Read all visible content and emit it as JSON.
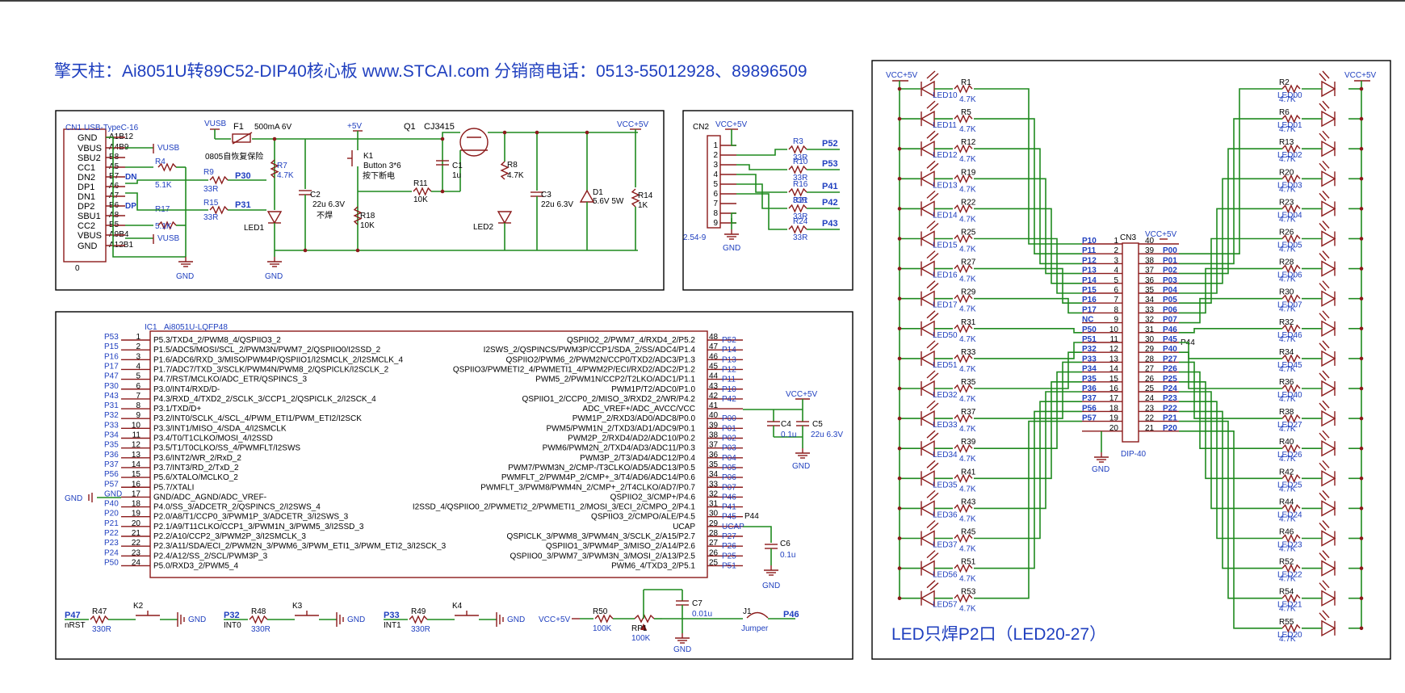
{
  "title": "擎天柱：Ai8051U转89C52-DIP40核心板 www.STCAI.com 分销商电话：0513-55012928、89896509",
  "usb": {
    "ref": "CN1",
    "part": "USB-TypeC-16",
    "pins_left": [
      "GND",
      "VBUS",
      "SBU2",
      "CC1",
      "DN2",
      "DP1",
      "DN1",
      "DP2",
      "SBU1",
      "CC2",
      "VBUS",
      "GND"
    ],
    "pins_right": [
      "A1B12",
      "A4B9",
      "B8",
      "A5",
      "B7",
      "A6",
      "A7",
      "B6",
      "A8",
      "B5",
      "A9B4",
      "A12B1"
    ],
    "bottom_mark": "0"
  },
  "power": {
    "vusb": "VUSB",
    "f1": "F1",
    "f1_val": "500mA 6V",
    "f1_note": "0805自恢复保险",
    "r4": "R4",
    "r4_val": "5.1K",
    "r17": "R17",
    "r17_val": "5.1K",
    "r9": "R9",
    "r9_val": "33R",
    "net_p30": "P30",
    "r15": "R15",
    "r15_val": "33R",
    "net_p31": "P31",
    "dn": "DN",
    "dp": "DP",
    "r7": "R7",
    "r7_val": "4.7K",
    "led1": "LED1",
    "gnd": "GND",
    "plus5": "+5V",
    "k1": "K1",
    "k1_val": "Button 3*6",
    "k1_note": "按下断电",
    "c2": "C2",
    "c2_val": "22u 6.3V",
    "c2_note": "不焊",
    "r18": "R18",
    "r18_val": "10K",
    "q1": "Q1",
    "q1_val": "CJ3415",
    "c1": "C1",
    "c1_val": "1u",
    "r11": "R11",
    "r11_val": "10K",
    "r8": "R8",
    "r8_val": "4.7K",
    "led2": "LED2",
    "c3": "C3",
    "c3_val": "22u 6.3V",
    "d1": "D1",
    "d1_val": "5.6V 5W",
    "r14": "R14",
    "r14_val": "1K",
    "vcc": "VCC+5V"
  },
  "cn2": {
    "ref": "CN2",
    "vcc": "VCC+5V",
    "part": "2.54-9",
    "gnd": "GND",
    "pins": [
      "1",
      "2",
      "3",
      "4",
      "5",
      "6",
      "7",
      "8",
      "9"
    ],
    "res": [
      {
        "ref": "R3",
        "val": "33R",
        "net": "P52"
      },
      {
        "ref": "R10",
        "val": "33R",
        "net": "P53"
      },
      {
        "ref": "R16",
        "val": "33R",
        "net": "P41"
      },
      {
        "ref": "R21",
        "val": "33R",
        "net": "P42"
      },
      {
        "ref": "R24",
        "val": "33R",
        "net": "P43"
      }
    ]
  },
  "ic": {
    "ref": "IC1",
    "part": "Ai8051U-LQFP48",
    "left": [
      {
        "net": "P53",
        "num": "1",
        "fn": "P5.3/TXD4_2/PWM8_4/QSPIIO3_2"
      },
      {
        "net": "P15",
        "num": "2",
        "fn": "P1.5/ADC5/MOSI/SCL_2/PWM3N/PWM7_2/QSPIIO0/I2SSD_2"
      },
      {
        "net": "P16",
        "num": "3",
        "fn": "P1.6/ADC6/RXD_3/MISO/PWM4P/QSPIIO1/I2SMCLK_2/I2SMCLK_4"
      },
      {
        "net": "P17",
        "num": "4",
        "fn": "P1.7/ADC7/TXD_3/SCLK/PWM4N/PWM8_2/QSPICLK/I2SCLK_2"
      },
      {
        "net": "P47",
        "num": "5",
        "fn": "P4.7/RST/MCLKO/ADC_ETR/QSPINCS_3"
      },
      {
        "net": "P30",
        "num": "6",
        "fn": "P3.0/INT4/RXD/D-"
      },
      {
        "net": "P43",
        "num": "7",
        "fn": "P4.3/RXD_4/TXD2_2/SCLK_3/CCP1_2/QSPICLK_2/I2SCK_4"
      },
      {
        "net": "P31",
        "num": "8",
        "fn": "P3.1/TXD/D+"
      },
      {
        "net": "P32",
        "num": "9",
        "fn": "P3.2/INT0/SCLK_4/SCL_4/PWM_ETI1/PWM_ETI2/I2SCK"
      },
      {
        "net": "P33",
        "num": "10",
        "fn": "P3.3/INT1/MISO_4/SDA_4/I2SMCLK"
      },
      {
        "net": "P34",
        "num": "11",
        "fn": "P3.4/T0/T1CLKO/MOSI_4/I2SSD"
      },
      {
        "net": "P35",
        "num": "12",
        "fn": "P3.5/T1/T0CLKO/SS_4/PWMFLT/I2SWS"
      },
      {
        "net": "P36",
        "num": "13",
        "fn": "P3.6/INT2/WR_2/RxD_2"
      },
      {
        "net": "P37",
        "num": "14",
        "fn": "P3.7/INT3/RD_2/TxD_2"
      },
      {
        "net": "P56",
        "num": "15",
        "fn": "P5.6/XTALO/MCLKO_2"
      },
      {
        "net": "P57",
        "num": "16",
        "fn": "P5.7/XTALI"
      },
      {
        "net": "GND",
        "num": "17",
        "fn": "GND/ADC_AGND/ADC_VREF-"
      },
      {
        "net": "P40",
        "num": "18",
        "fn": "P4.0/SS_3/ADCETR_2/QSPINCS_2/I2SWS_4"
      },
      {
        "net": "P20",
        "num": "19",
        "fn": "P2.0/A8/T1/CCP0_3/PWM1P_3/ADCETR_3/I2SWS_3"
      },
      {
        "net": "P21",
        "num": "20",
        "fn": "P2.1/A9/T11CLKO/CCP1_3/PWM1N_3/PWM5_3/I2SSD_3"
      },
      {
        "net": "P22",
        "num": "21",
        "fn": "P2.2/A10/CCP2_3/PWM2P_3/I2SMCLK_3"
      },
      {
        "net": "P23",
        "num": "22",
        "fn": "P2.3/A11/SDA/ECI_2/PWM2N_3/PWM6_3/PWM_ETI1_3/PWM_ETI2_3/I2SCK_3"
      },
      {
        "net": "P24",
        "num": "23",
        "fn": "P2.4/A12/SS_2/SCL/PWM3P_3"
      },
      {
        "net": "P50",
        "num": "24",
        "fn": "P5.0/RXD3_2/PWM5_4"
      }
    ],
    "right": [
      {
        "net": "P52",
        "num": "48",
        "fn": "QSPIIO2_2/PWM7_4/RXD4_2/P5.2"
      },
      {
        "net": "P14",
        "num": "47",
        "fn": "I2SWS_2/QSPINCS/PWM3P/CCP1/SDA_2/SS/ADC4/P1.4"
      },
      {
        "net": "P13",
        "num": "46",
        "fn": "QSPIIO2/PWM6_2/PWM2N/CCP0/TXD2/ADC3/P1.3"
      },
      {
        "net": "P12",
        "num": "45",
        "fn": "QSPIIO3/PWMETI2_4/PWMETI1_4/PWM2P/ECI/RXD2/ADC2/P1.2"
      },
      {
        "net": "P11",
        "num": "44",
        "fn": "PWM5_2/PWM1N/CCP2/T2LKO/ADC1/P1.1"
      },
      {
        "net": "P10",
        "num": "43",
        "fn": "PWM1P/T2/ADC0/P1.0"
      },
      {
        "net": "P42",
        "num": "42",
        "fn": "QSPIIO1_2/CCP0_2/MISO_3/RXD2_2/WR/P4.2"
      },
      {
        "net": "",
        "num": "41",
        "fn": "ADC_VREF+/ADC_AVCC/VCC"
      },
      {
        "net": "P00",
        "num": "40",
        "fn": "PWM1P_2/RXD3/AD0/ADC8/P0.0"
      },
      {
        "net": "P01",
        "num": "39",
        "fn": "PWM5/PWM1N_2/TXD3/AD1/ADC9/P0.1"
      },
      {
        "net": "P02",
        "num": "38",
        "fn": "PWM2P_2/RXD4/AD2/ADC10/P0.2"
      },
      {
        "net": "P03",
        "num": "37",
        "fn": "PWM6/PWM2N_2/TXD4/AD3/ADC11/P0.3"
      },
      {
        "net": "P04",
        "num": "36",
        "fn": "PWM3P_2/T3/AD4/ADC12/P0.4"
      },
      {
        "net": "P05",
        "num": "35",
        "fn": "PWM7/PWM3N_2/CMP-/T3CLKO/AD5/ADC13/P0.5"
      },
      {
        "net": "P06",
        "num": "34",
        "fn": "PWMFLT_2/PWM4P_2/CMP+_3/T4/AD6/ADC14/P0.6"
      },
      {
        "net": "P07",
        "num": "33",
        "fn": "PWMFLT_3/PWM8/PWM4N_2/CMP+_2/T4CLKO/AD7/P0.7"
      },
      {
        "net": "P46",
        "num": "32",
        "fn": "QSPIIO2_3/CMP+/P4.6"
      },
      {
        "net": "P41",
        "num": "31",
        "fn": "I2SSD_4/QSPIIO0_2/PWMETI2_2/PWMETI1_2/MOSI_3/ECI_2/CMPO_2/P4.1"
      },
      {
        "net": "P45",
        "num": "30",
        "fn": "QSPIIO3_2/CMPO/ALE/P4.5"
      },
      {
        "net": "UCAP",
        "num": "29",
        "fn": "UCAP"
      },
      {
        "net": "P27",
        "num": "28",
        "fn": "QSPICLK_3/PWM8_3/PWM4N_3/SCLK_2/A15/P2.7"
      },
      {
        "net": "P26",
        "num": "27",
        "fn": "QSPIIO1_3/PWM4P_3/MISO_2/A14/P2.6"
      },
      {
        "net": "P25",
        "num": "26",
        "fn": "QSPIIO0_3/PWM7_3/PWM3N_3/MOSI_2/A13/P2.5"
      },
      {
        "net": "P51",
        "num": "25",
        "fn": "PWM6_4/TXD3_2/P5.1"
      }
    ],
    "p44": "P44",
    "vcc": "VCC+5V",
    "c4": "C4",
    "c4_val": "0.1u",
    "c5": "C5",
    "c5_val": "22u 6.3V",
    "c6": "C6",
    "c6_val": "0.1u",
    "gnd": "GND"
  },
  "keys": {
    "k2": {
      "net": "P47",
      "sub": "nRST",
      "r": "R47",
      "rv": "330R",
      "k": "K2",
      "gnd": "GND"
    },
    "k3": {
      "net": "P32",
      "sub": "INT0",
      "r": "R48",
      "rv": "330R",
      "k": "K3",
      "gnd": "GND"
    },
    "k4": {
      "net": "P33",
      "sub": "INT1",
      "r": "R49",
      "rv": "330R",
      "k": "K4",
      "gnd": "GND"
    },
    "vcc": "VCC+5V",
    "r50": "R50",
    "r50_val": "100K",
    "rp1": "RP1",
    "rp1_val": "100K",
    "c7": "C7",
    "c7_val": "0.01u",
    "j1": "J1",
    "j1_val": "Jumper",
    "net_p46": "P46",
    "gnd": "GND"
  },
  "led": {
    "vcc": "VCC+5V",
    "left": [
      {
        "led": "LED10",
        "r": "R1",
        "rv": "4.7K"
      },
      {
        "led": "LED11",
        "r": "R5",
        "rv": "4.7K"
      },
      {
        "led": "LED12",
        "r": "R12",
        "rv": "4.7K"
      },
      {
        "led": "LED13",
        "r": "R19",
        "rv": "4.7K"
      },
      {
        "led": "LED14",
        "r": "R22",
        "rv": "4.7K"
      },
      {
        "led": "LED15",
        "r": "R25",
        "rv": "4.7K"
      },
      {
        "led": "LED16",
        "r": "R27",
        "rv": "4.7K"
      },
      {
        "led": "LED17",
        "r": "R29",
        "rv": "4.7K"
      },
      {
        "led": "LED50",
        "r": "R31",
        "rv": "4.7K"
      },
      {
        "led": "LED51",
        "r": "R33",
        "rv": "4.7K"
      },
      {
        "led": "LED32",
        "r": "R35",
        "rv": "4.7K"
      },
      {
        "led": "LED33",
        "r": "R37",
        "rv": "4.7K"
      },
      {
        "led": "LED34",
        "r": "R39",
        "rv": "4.7K"
      },
      {
        "led": "LED35",
        "r": "R41",
        "rv": "4.7K"
      },
      {
        "led": "LED36",
        "r": "R43",
        "rv": "4.7K"
      },
      {
        "led": "LED37",
        "r": "R45",
        "rv": "4.7K"
      },
      {
        "led": "LED56",
        "r": "R51",
        "rv": "4.7K"
      },
      {
        "led": "LED57",
        "r": "R53",
        "rv": "4.7K"
      }
    ],
    "right": [
      {
        "led": "LED00",
        "r": "R2",
        "rv": "4.7K"
      },
      {
        "led": "LED01",
        "r": "R6",
        "rv": "4.7K"
      },
      {
        "led": "LED02",
        "r": "R13",
        "rv": "4.7K"
      },
      {
        "led": "LED03",
        "r": "R20",
        "rv": "4.7K"
      },
      {
        "led": "LED04",
        "r": "R23",
        "rv": "4.7K"
      },
      {
        "led": "LED05",
        "r": "R26",
        "rv": "4.7K"
      },
      {
        "led": "LED06",
        "r": "R28",
        "rv": "4.7K"
      },
      {
        "led": "LED07",
        "r": "R30",
        "rv": "4.7K"
      },
      {
        "led": "LED46",
        "r": "R32",
        "rv": "4.7K"
      },
      {
        "led": "LED45",
        "r": "R34",
        "rv": "4.7K"
      },
      {
        "led": "LED40",
        "r": "R36",
        "rv": "4.7K"
      },
      {
        "led": "LED27",
        "r": "R38",
        "rv": "4.7K"
      },
      {
        "led": "LED26",
        "r": "R40",
        "rv": "4.7K"
      },
      {
        "led": "LED25",
        "r": "R42",
        "rv": "4.7K"
      },
      {
        "led": "LED24",
        "r": "R44",
        "rv": "4.7K"
      },
      {
        "led": "LED23",
        "r": "R46",
        "rv": "4.7K"
      },
      {
        "led": "LED22",
        "r": "R52",
        "rv": "4.7K"
      },
      {
        "led": "LED21",
        "r": "R54",
        "rv": "4.7K"
      },
      {
        "led": "LED20",
        "r": "R55",
        "rv": "4.7K"
      }
    ],
    "cn3": {
      "ref": "CN3",
      "vcc": "VCC+5V",
      "part": "DIP-40",
      "gnd": "GND",
      "p44": "P44",
      "left": [
        {
          "net": "P10",
          "num": "1"
        },
        {
          "net": "P11",
          "num": "2"
        },
        {
          "net": "P12",
          "num": "3"
        },
        {
          "net": "P13",
          "num": "4"
        },
        {
          "net": "P14",
          "num": "5"
        },
        {
          "net": "P15",
          "num": "6"
        },
        {
          "net": "P16",
          "num": "7"
        },
        {
          "net": "P17",
          "num": "8"
        },
        {
          "net": "NC",
          "num": "9"
        },
        {
          "net": "P50",
          "num": "10"
        },
        {
          "net": "P51",
          "num": "11"
        },
        {
          "net": "P32",
          "num": "12"
        },
        {
          "net": "P33",
          "num": "13"
        },
        {
          "net": "P34",
          "num": "14"
        },
        {
          "net": "P35",
          "num": "15"
        },
        {
          "net": "P36",
          "num": "16"
        },
        {
          "net": "P37",
          "num": "17"
        },
        {
          "net": "P56",
          "num": "18"
        },
        {
          "net": "P57",
          "num": "19"
        },
        {
          "net": "",
          "num": "20"
        }
      ],
      "right": [
        {
          "net": "",
          "num": "40"
        },
        {
          "net": "P00",
          "num": "39"
        },
        {
          "net": "P01",
          "num": "38"
        },
        {
          "net": "P02",
          "num": "37"
        },
        {
          "net": "P03",
          "num": "36"
        },
        {
          "net": "P04",
          "num": "35"
        },
        {
          "net": "P05",
          "num": "34"
        },
        {
          "net": "P06",
          "num": "33"
        },
        {
          "net": "P07",
          "num": "32"
        },
        {
          "net": "P46",
          "num": "31"
        },
        {
          "net": "P45",
          "num": "30"
        },
        {
          "net": "P40",
          "num": "29"
        },
        {
          "net": "P27",
          "num": "28"
        },
        {
          "net": "P26",
          "num": "27"
        },
        {
          "net": "P25",
          "num": "26"
        },
        {
          "net": "P24",
          "num": "25"
        },
        {
          "net": "P23",
          "num": "24"
        },
        {
          "net": "P22",
          "num": "23"
        },
        {
          "net": "P21",
          "num": "22"
        },
        {
          "net": "P20",
          "num": "21"
        }
      ]
    },
    "note": "LED只焊P2口（LED20-27）"
  }
}
